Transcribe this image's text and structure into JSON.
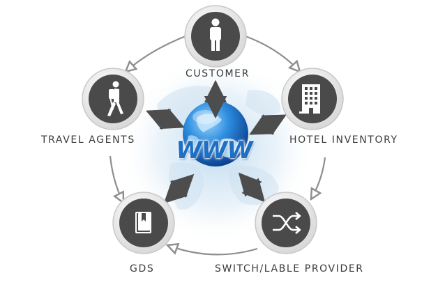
{
  "nodes": {
    "customer": {
      "label": "CUSTOMER",
      "icon": "person-icon"
    },
    "travel_agents": {
      "label": "TRAVEL AGENTS",
      "icon": "backpacker-icon"
    },
    "hotel_inventory": {
      "label": "HOTEL INVENTORY",
      "icon": "hotel-building-icon"
    },
    "gds": {
      "label": "GDS",
      "icon": "book-icon"
    },
    "switch_provider": {
      "label": "SWITCH/LABLE PROVIDER",
      "icon": "shuffle-icon"
    }
  },
  "center": {
    "label": "WWW",
    "icon": "globe-icon"
  },
  "colors": {
    "icon_fill": "#4a4a4a",
    "ring": "#c9c9c9",
    "connector": "#8e8e8e",
    "arrow": "#4d4d4d",
    "www_text": "#1d70c4",
    "label_text": "#3a3a3a"
  }
}
